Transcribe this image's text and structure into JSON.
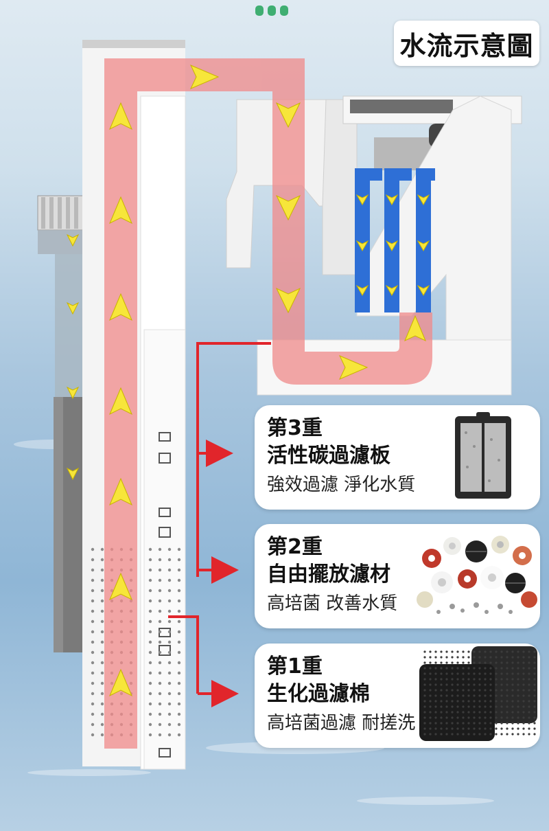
{
  "title": "水流示意圖",
  "colors": {
    "flow": "#f08a8a",
    "arrow": "#f7e63a",
    "pointer": "#e1252b",
    "bluePipe": "#2e6fd6",
    "accentDots": "#3fae72"
  },
  "stages": [
    {
      "label": "第3重",
      "name": "活性碳過濾板",
      "desc": "強效過濾 淨化水質",
      "icon": "carbon-filter-plate"
    },
    {
      "label": "第2重",
      "name": "自由擺放濾材",
      "desc": "高培菌 改善水質",
      "icon": "filter-media-rings"
    },
    {
      "label": "第1重",
      "name": "生化過濾棉",
      "desc": "高培菌過濾 耐搓洗",
      "icon": "bio-sponge"
    }
  ]
}
